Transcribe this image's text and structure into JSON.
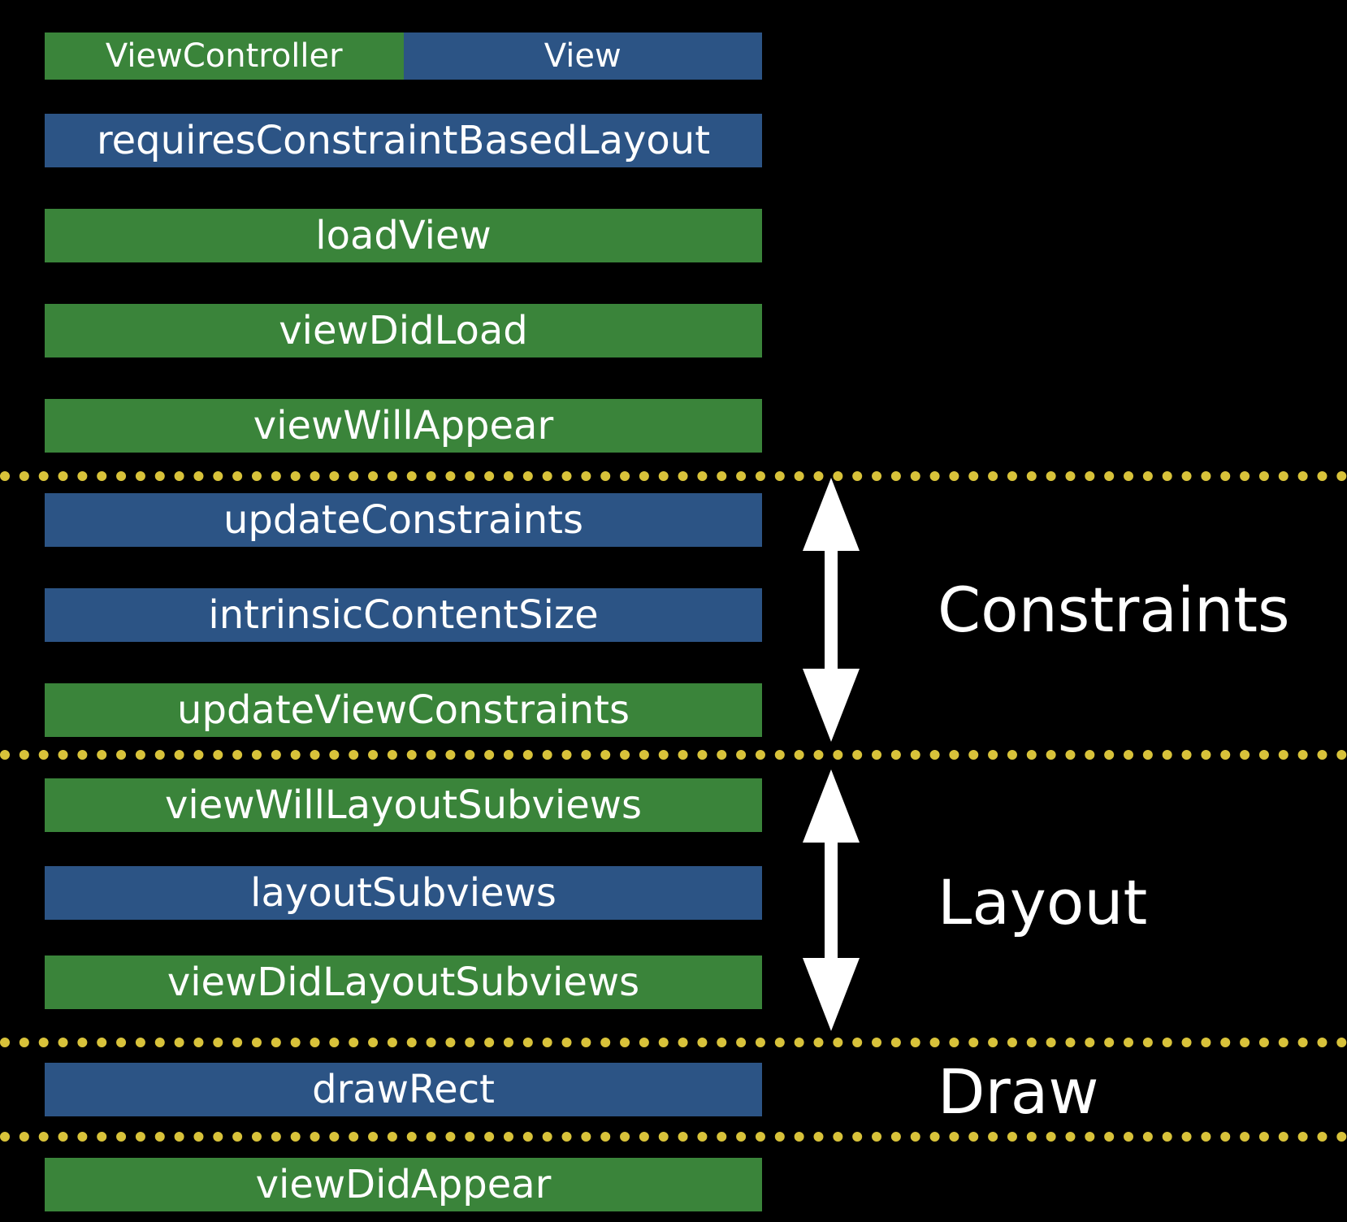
{
  "legend": {
    "viewcontroller_label": "ViewController",
    "view_label": "View"
  },
  "colors": {
    "viewcontroller": "#3a843a",
    "view": "#2c5485",
    "separator": "#d8c23a",
    "background": "#000000"
  },
  "steps": [
    {
      "label": "requiresConstraintBasedLayout",
      "owner": "View"
    },
    {
      "label": "loadView",
      "owner": "ViewController"
    },
    {
      "label": "viewDidLoad",
      "owner": "ViewController"
    },
    {
      "label": "viewWillAppear",
      "owner": "ViewController"
    },
    {
      "label": "updateConstraints",
      "owner": "View"
    },
    {
      "label": "intrinsicContentSize",
      "owner": "View"
    },
    {
      "label": "updateViewConstraints",
      "owner": "ViewController"
    },
    {
      "label": "viewWillLayoutSubviews",
      "owner": "ViewController"
    },
    {
      "label": "layoutSubviews",
      "owner": "View"
    },
    {
      "label": "viewDidLayoutSubviews",
      "owner": "ViewController"
    },
    {
      "label": "drawRect",
      "owner": "View"
    },
    {
      "label": "viewDidAppear",
      "owner": "ViewController"
    }
  ],
  "phases": {
    "constraints": "Constraints",
    "layout": "Layout",
    "draw": "Draw"
  }
}
